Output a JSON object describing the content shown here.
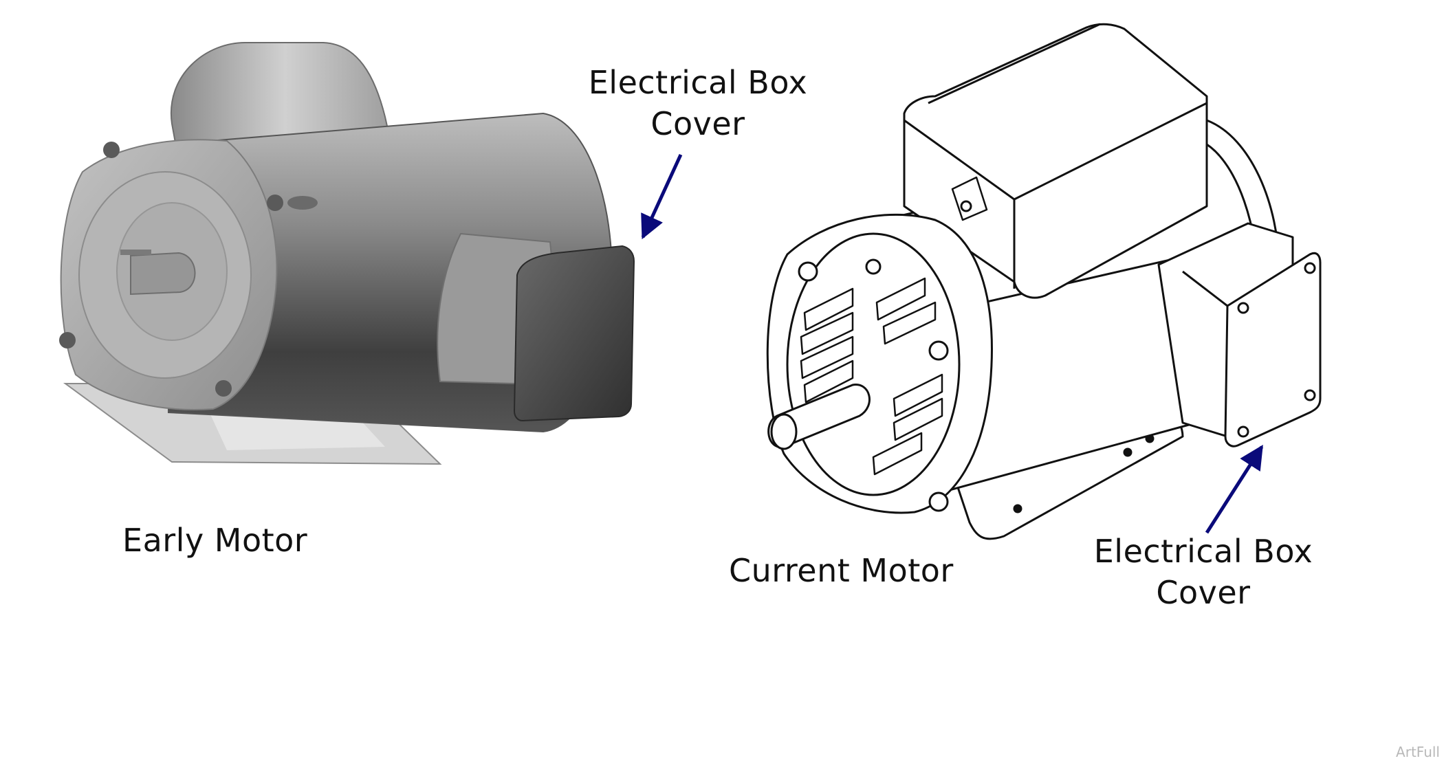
{
  "labels": {
    "early_callout": [
      "Electrical Box",
      "Cover"
    ],
    "current_callout": [
      "Electrical Box",
      "Cover"
    ],
    "early_motor": "Early Motor",
    "current_motor": "Current Motor"
  },
  "watermark": "ArtFull",
  "colors": {
    "arrow": "#0a0a7a",
    "outline": "#111111",
    "early_motor_body": "#7f7f7f"
  }
}
